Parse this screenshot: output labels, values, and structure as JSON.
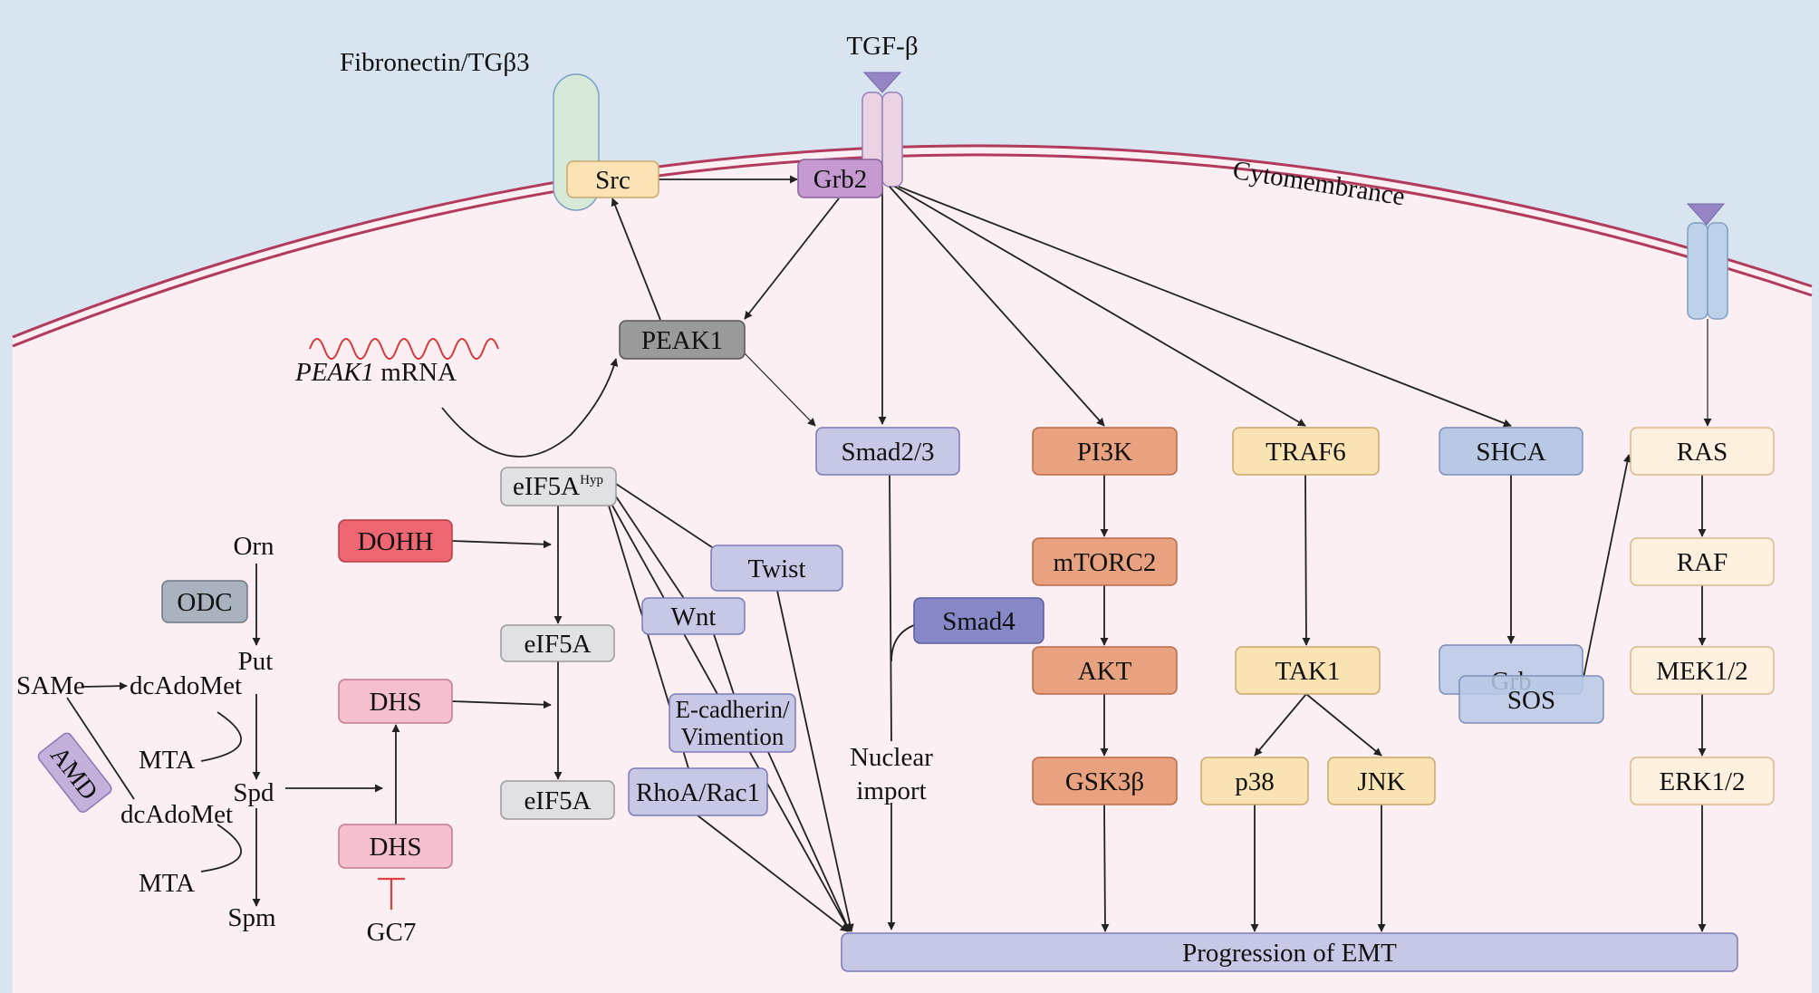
{
  "labels": {
    "fibronectin": "Fibronectin/TGβ3",
    "tgfb": "TGF-β",
    "cytomembrance": "Cytomembrance",
    "peak1_mrna_italic": "PEAK1",
    "peak1_mrna_rest": " mRNA",
    "orn": "Orn",
    "put": "Put",
    "same": "SAMe",
    "dcadomet1": "dcAdoMet",
    "mta1": "MTA",
    "spd": "Spd",
    "dcadomet2": "dcAdoMet",
    "mta2": "MTA",
    "spm": "Spm",
    "gc7": "GC7",
    "nuclear": "Nuclear",
    "import": "import",
    "eif5a_hyp_main": "eIF5A",
    "eif5a_hyp_sup": "Hyp"
  },
  "nodes": {
    "src": "Src",
    "grb2": "Grb2",
    "peak1": "PEAK1",
    "smad23": "Smad2/3",
    "pi3k": "PI3K",
    "traf6": "TRAF6",
    "shca": "SHCA",
    "ras": "RAS",
    "dohh": "DOHH",
    "twist": "Twist",
    "wnt": "Wnt",
    "smad4": "Smad4",
    "mtorc2": "mTORC2",
    "raf": "RAF",
    "odc": "ODC",
    "eif5a_mid": "eIF5A",
    "akt": "AKT",
    "tak1": "TAK1",
    "grb": "Grb",
    "sos": "SOS",
    "mek": "MEK1/2",
    "dhs1": "DHS",
    "ecad_line1": "E-cadherin/",
    "ecad_line2": "Vimention",
    "amd": "AMD",
    "eif5a_low": "eIF5A",
    "rhoa": "RhoA/Rac1",
    "gsk": "GSK3β",
    "p38": "p38",
    "jnk": "JNK",
    "erk": "ERK1/2",
    "dhs2": "DHS",
    "emt": "Progression of EMT"
  },
  "colors": {
    "extracellular": "#d8e5f1",
    "cytoplasm": "#fbeff3",
    "membrane": "#b23a5c",
    "orange": "#e9a27f",
    "yellow": "#fae3b3",
    "cream": "#fdf0de",
    "lavender": "#c7c7e6",
    "blue": "#b9c9e5",
    "grey": "#e1e1e3",
    "dohh": "#ef6673",
    "dhs": "#f5bfce",
    "smad4": "#8688c8",
    "odc": "#aab2c0",
    "peak1": "#9a9a9a",
    "grb2": "#c49ad0",
    "src": "#fbe3b6",
    "inhibit": "#e04040"
  }
}
